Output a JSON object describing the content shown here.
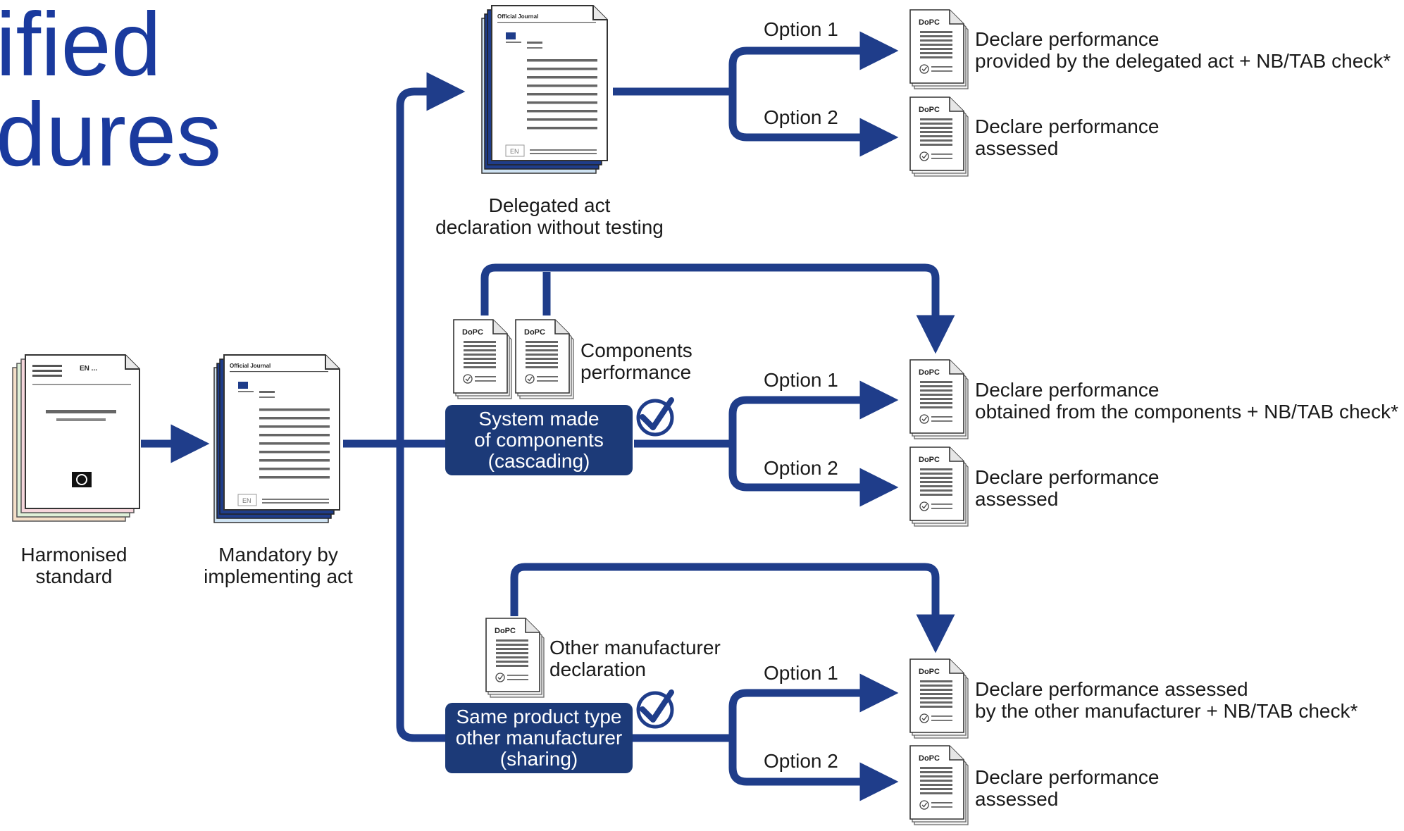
{
  "title": {
    "line1": "ified",
    "line2": "dures"
  },
  "colors": {
    "arrow": "#1f3d8a",
    "title": "#1a3a9e",
    "box": "#1c3a78",
    "check": "#1f3d8a"
  },
  "icons": {
    "dopc": "dopc-document-icon",
    "journal": "official-journal-document-icon",
    "standard": "harmonised-standard-document-icon",
    "check": "check-circle-icon",
    "cen_logo": "cen-logo-icon"
  },
  "doc_text": {
    "dopc": "DoPC",
    "official_journal": "Official Journal",
    "en": "EN",
    "en_dots": "EN ..."
  },
  "start": {
    "harmonised": [
      "Harmonised",
      "standard"
    ],
    "mandatory": [
      "Mandatory by",
      "implementing act"
    ]
  },
  "delegated": {
    "caption": [
      "Delegated act",
      "declaration without testing"
    ],
    "option1_label": "Option 1",
    "option2_label": "Option 2",
    "option1_result": [
      "Declare performance",
      "provided by the delegated act + NB/TAB check*"
    ],
    "option2_result": [
      "Declare performance",
      "assessed"
    ]
  },
  "cascading": {
    "components_label": [
      "Components",
      "performance"
    ],
    "box": [
      "System made",
      "of components",
      "(cascading)"
    ],
    "option1_label": "Option 1",
    "option2_label": "Option 2",
    "option1_result": [
      "Declare performance",
      "obtained from the components + NB/TAB check*"
    ],
    "option2_result": [
      "Declare performance",
      "assessed"
    ]
  },
  "sharing": {
    "other_label": [
      "Other manufacturer",
      "declaration"
    ],
    "box": [
      "Same product type",
      "other manufacturer",
      "(sharing)"
    ],
    "option1_label": "Option 1",
    "option2_label": "Option 2",
    "option1_result": [
      "Declare performance assessed",
      "by the other manufacturer + NB/TAB check*"
    ],
    "option2_result": [
      "Declare performance",
      "assessed"
    ]
  }
}
